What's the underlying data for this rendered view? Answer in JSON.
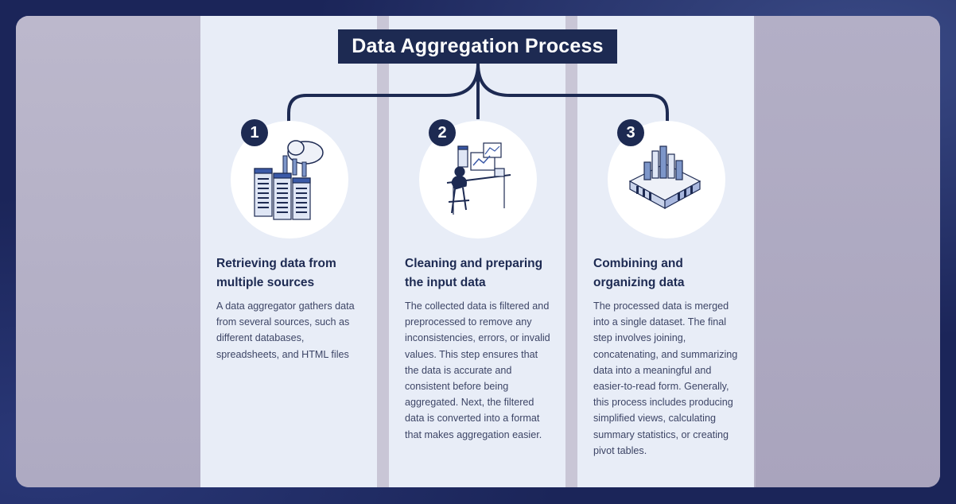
{
  "title": "Data Aggregation Process",
  "colors": {
    "navy": "#1d2a52",
    "column_bg": "#e8edf7",
    "background": "#1b2559"
  },
  "steps": [
    {
      "number": "1",
      "icon": "server-cloud-icon",
      "title": "Retrieving data from multiple sources",
      "description": "A data aggregator gathers data from several sources, such as different databases, spreadsheets, and HTML files"
    },
    {
      "number": "2",
      "icon": "analyst-workstation-icon",
      "title": "Cleaning and preparing the input data",
      "description": "The collected data is filtered and preprocessed to remove any inconsistencies, errors, or invalid values. This step ensures that the data is accurate and consistent before being aggregated. Next, the filtered data is converted into a format that makes aggregation easier."
    },
    {
      "number": "3",
      "icon": "data-platform-icon",
      "title": "Combining and organizing data",
      "description": "The processed data is merged into a single dataset. The final step involves joining, concatenating, and summarizing data into a meaningful and easier-to-read form. Generally, this process includes producing simplified views, calculating summary statistics, or creating pivot tables."
    }
  ]
}
